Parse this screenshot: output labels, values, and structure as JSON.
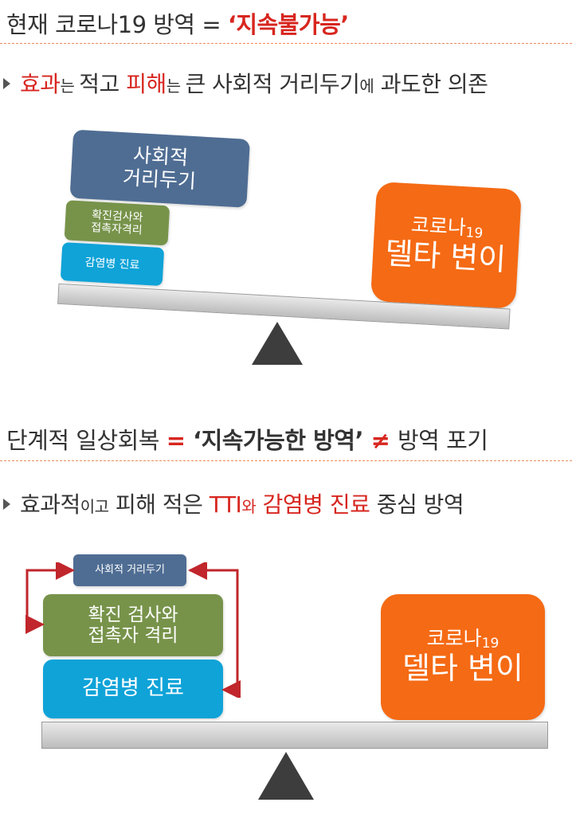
{
  "section1": {
    "title_prefix": "현재 코로나19 방역 = ",
    "title_accent": "‘지속불가능’",
    "bullet": {
      "w1": "효과",
      "w2": "는 ",
      "w3": "적고 ",
      "w4": "피해",
      "w5": "는 ",
      "w6": "큰 사회적 거리두기",
      "w7": "에",
      "w8": " 과도한 의존"
    },
    "diagram": {
      "distancing": [
        "사회적",
        "거리두기"
      ],
      "testing": [
        "확진검사와",
        "접촉자격리"
      ],
      "care": "감염병 진료",
      "covid_line1": "코로나",
      "covid_19": "19",
      "covid_line2": "델타 변이"
    }
  },
  "section2": {
    "title_prefix": "단계적 일상회복 ",
    "title_eq": " = ",
    "title_accent": "‘지속가능한 방역’",
    "title_neq": " ≠ ",
    "title_suffix": "방역 포기",
    "bullet": {
      "w1": "효과적",
      "w2": "이고",
      "w3": " 피해 적은 ",
      "w4": "TTI",
      "w5": "와",
      "w6": " 감염병 진료",
      "w7": " 중심 방역"
    },
    "diagram": {
      "distancing": "사회적 거리두기",
      "testing": [
        "확진 검사와",
        "접촉자 격리"
      ],
      "care": "감염병 진료",
      "covid_line1": "코로나",
      "covid_19": "19",
      "covid_line2": "델타 변이"
    }
  },
  "colors": {
    "accent_red": "#d7261f",
    "dash_orange": "#f08a5d",
    "box_blue_gray": "#4f6d93",
    "box_green": "#77934a",
    "box_cyan": "#0fa3d8",
    "box_orange": "#f56a14"
  },
  "icons": [
    "triangle-bullet-icon",
    "fulcrum-icon",
    "arrow-icon"
  ]
}
